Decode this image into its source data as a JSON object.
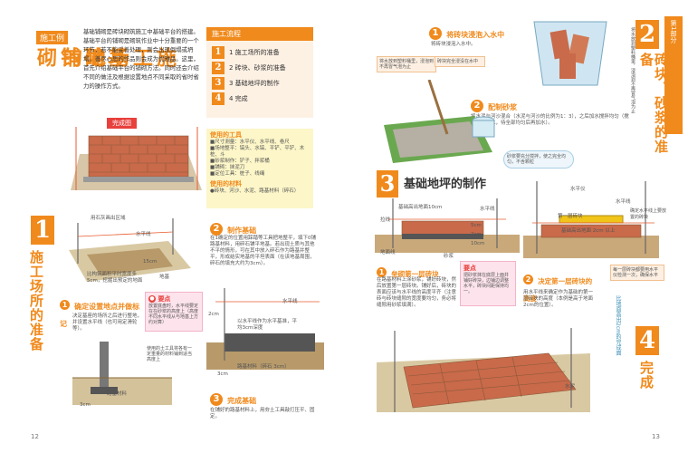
{
  "left": {
    "tag": "施工例",
    "title_line1": "基础铺砌",
    "title_line2": "施工场地的",
    "intro": "基础铺砌是砖块砌筑施工中基础平台的搭建。基础平台的铺砌是砌筑作业中十分重要的一个环节，若不能妥善处理，则会出现倒塌或坍塌。善尽心思的作品则会成为优雅品。这里，首先介绍基础平台的铺砌方法。同时还会介绍不同的做法及根据设置地点不同采取的省时省力的操作方式。",
    "completed_label": "完成图",
    "flow": {
      "header": "施工流程",
      "items": [
        "1 施工场所的准备",
        "2 砖块、砂浆的准备",
        "3 基础地坪的制作",
        "4 完成"
      ]
    },
    "tools": {
      "title": "使用的工具",
      "lines": [
        "■尺寸测量：水平仪、水平线、卷尺",
        "■场地整平：镐头、水镐、平铲、平铲、木桩、斗",
        "■砂浆制作：铲子、拌浆桶",
        "■铺砌：抹泥刀",
        "■定位工具：桩子、线绳"
      ],
      "materials_title": "使用的材料",
      "materials": "●砖块、河沙、水泥、路基材料（碎石）"
    },
    "section1_title": "施工场所的准备",
    "step1_title": "确定设置地点并做标记",
    "step1_text": "决定基座的场所之后进行整地，并设置水平线（也可用定滑轮等）。",
    "step1_labels": [
      "用石灰画出区域",
      "水平线",
      "比构筑面积平时宽度多5cm，挖掘出预定的地面",
      "15cm",
      "地基"
    ],
    "key_point": "要点",
    "key_text": "放置底盘时，水平线要定在在砂浆的高度上（高度不同水平线从与地基上方约对算）",
    "side_labels": [
      "使用的土工具将各有一定重量的材料铺到适当高度上",
      "路基材料",
      "3cm"
    ],
    "step2_title": "制作基础",
    "step2_text": "在1确定的位置用踩踏等工具把地整平，填下0铺路基材料，用碎石铺平地基。若出现土质与其他不平的情形，可在其中放入碎石作为路基并整平，形成结实地基的平坦表面（在该地基周围，碎石的填充大约为3cm）。",
    "step2_labels": [
      "水平线",
      "以水平线作为水平基准，平均3cm深度",
      "2cm",
      "路基材料（碎石 3cm）",
      "3cm"
    ],
    "step3_title": "完成基础",
    "step3_text": "在铺好的路基材料上，用夯土工具敲打压平、固定。",
    "page_num": "12"
  },
  "right": {
    "chapter": "第1部分",
    "chapter_sub": "庭院景观的各项施工方法",
    "section2_num": "2",
    "section2_title": "砖块、砂浆的准备",
    "step1_title": "将砖块浸泡入水中",
    "step1_text": "将砖块浸泡入水中。",
    "step1_note": "将水放到塑料桶里，浸泡到不再冒气泡为止",
    "step1_note2": "砖块完全浸没在水中",
    "step2_title": "配制砂浆",
    "step2_text": "将水泥与河沙混合（水泥与河沙的比例为1：3），之后加水搅拌均匀（搅拌时不加水，待全部均匀后再加水）。",
    "bubble": "砂浆要充分搅拌，使之完全均匀，不含颗粒",
    "section3_num": "3",
    "section3_title": "基础地坪的制作",
    "s3_labels": [
      "水平线",
      "拉线",
      "5cm",
      "2cm",
      "基础高出地面10cm",
      "砂浆",
      "10cm",
      "地面线"
    ],
    "step3_1_title": "垒砌第一层砖块",
    "step3_1_text": "在路基材料上涂砂浆，铺好砖块，然后放置第一层砖块。铺好后，砖块的表面应该与水平线的高度平齐（注意砖与砖块缝隙的宽度要均匀，务必将缝隙用砂浆填满）。",
    "key_point": "要点",
    "key_text": "把砂浆抹在底层上面并铺好砖块，边铺边调整水平，砖块间距保持均一。",
    "step3_2_title": "决定第一层砖块的高度",
    "step3_2_text": "用水平线来确定作为基础的第一层砖块的高度（本例是高于地面2cm的位置）。",
    "s3_right_labels": [
      "水平仪",
      "水平线",
      "第一层砖块",
      "基础高出地面 2cm 以上",
      "确定水平线上要放置的砖块"
    ],
    "s3_note": "每一层砖块都要用水平仪检测一次，确保水平",
    "section4_num": "4",
    "section4_title": "完成",
    "s4_note": "比地面高出2cm的完成面",
    "s4_labels": [
      "水泥"
    ],
    "page_num": "13"
  }
}
